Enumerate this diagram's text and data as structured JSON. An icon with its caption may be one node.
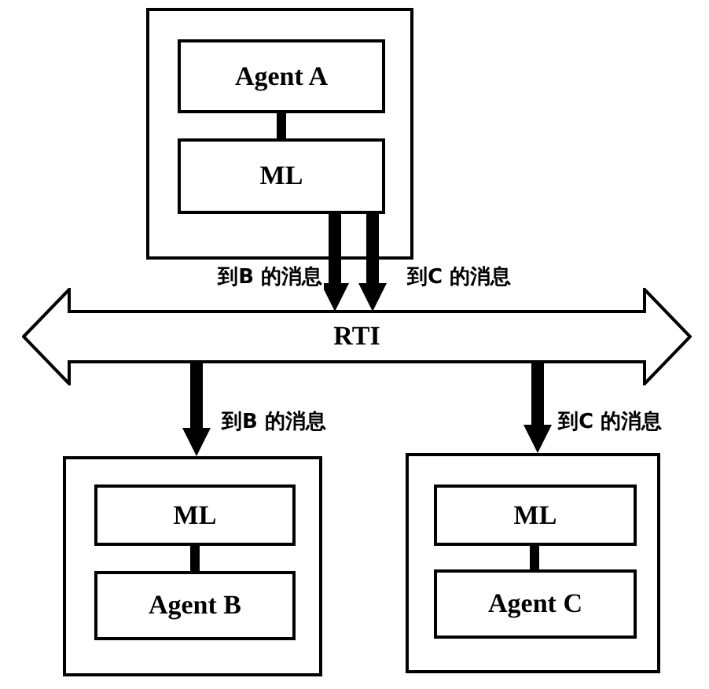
{
  "diagram": {
    "nodes": [
      {
        "text": [],
        "shape": "box"
      },
      {
        "text": [
          "Agent A"
        ],
        "in": 0
      },
      {
        "text": [
          "ML"
        ],
        "in": 0
      },
      {
        "text": [
          "RTI"
        ]
      },
      {
        "text": [],
        "shape": "box"
      },
      {
        "text": [
          "ML"
        ],
        "in": 4
      },
      {
        "text": [
          "Agent B"
        ],
        "in": 4
      },
      {
        "text": [],
        "shape": "box"
      },
      {
        "text": [
          "ML"
        ],
        "in": 7
      },
      {
        "text": [
          "Agent C"
        ],
        "in": 7
      }
    ],
    "edges": [
      {
        "from": 1,
        "to": 2,
        "arrow": "none"
      },
      {
        "from": 2,
        "to": 3,
        "arrow": "to",
        "label": "到B 的消息"
      },
      {
        "from": 2,
        "to": 3,
        "arrow": "to",
        "label": "到C 的消息"
      },
      {
        "from": 3,
        "to": 4,
        "arrow": "to",
        "label": "到B 的消息"
      },
      {
        "from": 3,
        "to": 7,
        "arrow": "to",
        "label": "到C 的消息"
      },
      {
        "from": 5,
        "to": 6,
        "arrow": "none"
      },
      {
        "from": 8,
        "to": 9,
        "arrow": "none"
      }
    ]
  }
}
